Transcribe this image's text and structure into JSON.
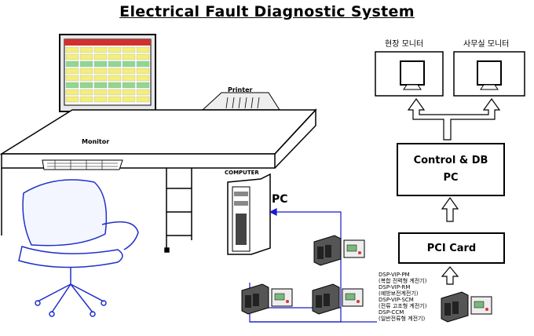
{
  "title": "Electrical Fault Diagnostic System",
  "labels": {
    "monitor": "Monitor",
    "printer": "Printer",
    "computer": "COMPUTER",
    "pc": "PC"
  },
  "monitors": {
    "field": "현장 모니터",
    "office": "사무실 모니터"
  },
  "boxes": {
    "control_line1": "Control & DB",
    "control_line2": "PC",
    "pci": "PCI Card"
  },
  "devices": [
    {
      "code": "DSP-VIP-PM",
      "desc": "(복합 전력형 계전기)"
    },
    {
      "code": "DSP-VIP-RM",
      "desc": "(예방보전계전기)"
    },
    {
      "code": "DSP-VIP-SCM",
      "desc": "(전류 고조형 계전기)"
    },
    {
      "code": "DSP-CCM",
      "desc": "(일반전류형 계전기)"
    }
  ],
  "colors": {
    "link": "#1a1acc",
    "chair": "#2030c8",
    "screen_yellow": "#f4ee7a",
    "screen_green": "#90d890"
  }
}
